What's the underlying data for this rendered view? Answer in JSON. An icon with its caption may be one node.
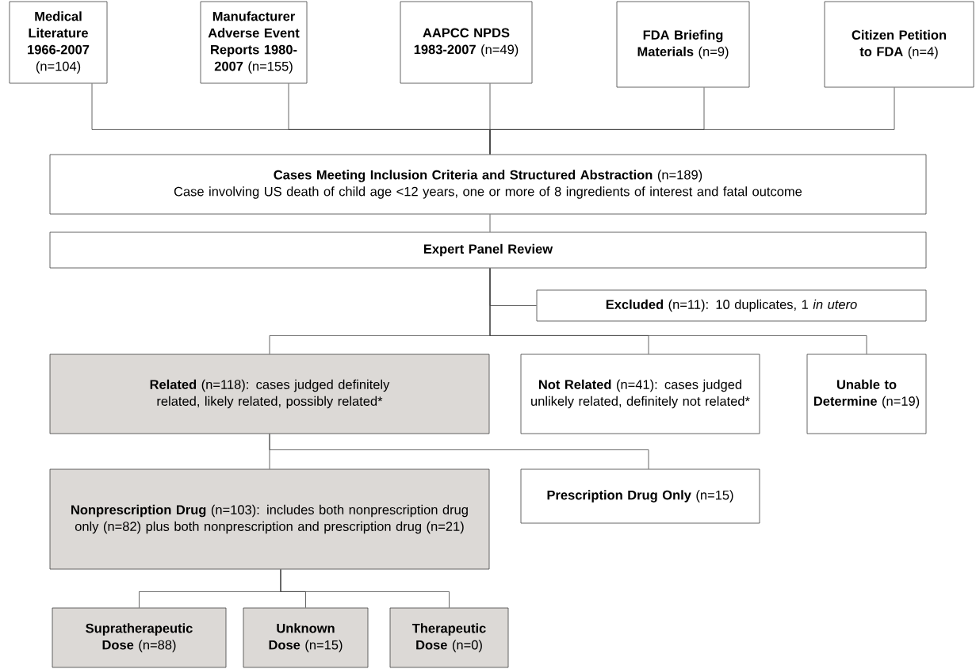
{
  "diagram": {
    "nodes": [
      {
        "text": [
          "**Medical Literature 1966-2007** (n=104)"
        ]
      },
      {
        "text": [
          "**Manufacturer Adverse Event Reports 1980-2007** (n=155)"
        ]
      },
      {
        "text": [
          "**AAPCC NPDS 1983-2007** (n=49)"
        ]
      },
      {
        "text": [
          "**FDA Briefing Materials** (n=9)"
        ]
      },
      {
        "text": [
          "**Citizen Petition to FDA** (n=4)"
        ]
      },
      {
        "text": [
          "**Cases Meeting Inclusion Criteria and Structured Abstraction** (n=189)",
          "Case involving US death of child age <12 years, one or more of 8 ingredients of interest and fatal outcome"
        ]
      },
      {
        "text": [
          "Expert Panel Review"
        ]
      },
      {
        "text": [
          "**Excluded** (n=11): 10 duplicates, 1 *in utero*"
        ]
      },
      {
        "text": [
          "**Related** (n=118): cases judged definitely related, likely related, possibly related*"
        ]
      },
      {
        "text": [
          "**Not Related** (n=41): cases judged unlikely related, definitely not related*"
        ]
      },
      {
        "text": [
          "**Unable to Determine** (n=19)"
        ]
      },
      {
        "text": [
          "**Nonprescription Drug** (n=103): includes both nonprescription drug only (n=82) plus both nonprescription and prescription drug (n=21)"
        ]
      },
      {
        "text": [
          "**Prescription Drug Only** (n=15)"
        ]
      },
      {
        "text": [
          "**Supratherapeutic Dose** (n=88)"
        ]
      },
      {
        "text": [
          "**Unknown Dose** (n=15)"
        ]
      },
      {
        "text": [
          "**Therapeutic Dose** (n=0)"
        ]
      }
    ],
    "edges": [
      {
        "from": 0,
        "to": 5,
        "arrow": "none"
      },
      {
        "from": 1,
        "to": 5,
        "arrow": "none"
      },
      {
        "from": 2,
        "to": 5,
        "arrow": "none"
      },
      {
        "from": 3,
        "to": 5,
        "arrow": "none"
      },
      {
        "from": 4,
        "to": 5,
        "arrow": "none"
      },
      {
        "from": 5,
        "to": 6,
        "arrow": "none"
      },
      {
        "from": 6,
        "to": 7,
        "arrow": "none"
      },
      {
        "from": 6,
        "to": 8,
        "arrow": "none"
      },
      {
        "from": 6,
        "to": 9,
        "arrow": "none"
      },
      {
        "from": 6,
        "to": 10,
        "arrow": "none"
      },
      {
        "from": 8,
        "to": 11,
        "arrow": "none"
      },
      {
        "from": 8,
        "to": 12,
        "arrow": "none"
      },
      {
        "from": 11,
        "to": 13,
        "arrow": "none"
      },
      {
        "from": 11,
        "to": 14,
        "arrow": "none"
      },
      {
        "from": 11,
        "to": 15,
        "arrow": "none"
      }
    ]
  }
}
